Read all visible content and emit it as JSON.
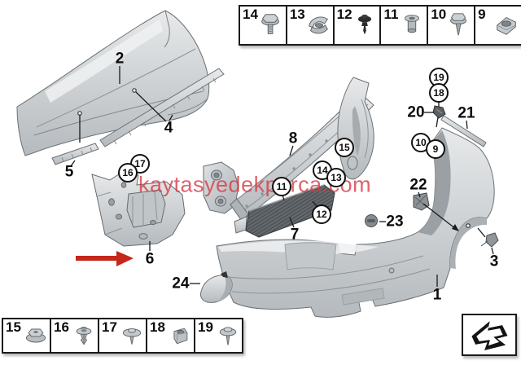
{
  "watermark": {
    "text": "kaytasyedekparca.com",
    "color": "#d33844"
  },
  "legend_top": {
    "items": [
      {
        "num": "14",
        "icon": "hex-bolt-washer-icon"
      },
      {
        "num": "13",
        "icon": "spring-clip-nut-icon"
      },
      {
        "num": "12",
        "icon": "expansion-rivet-icon"
      },
      {
        "num": "11",
        "icon": "spacer-sleeve-icon"
      },
      {
        "num": "10",
        "icon": "self-tapping-screw-icon"
      },
      {
        "num": "9",
        "icon": "cage-nut-icon"
      }
    ]
  },
  "legend_bottom": {
    "items": [
      {
        "num": "15",
        "icon": "flange-nut-icon"
      },
      {
        "num": "16",
        "icon": "expanding-nut-icon"
      },
      {
        "num": "17",
        "icon": "washer-rivet-icon"
      },
      {
        "num": "18",
        "icon": "cage-clip-icon"
      },
      {
        "num": "19",
        "icon": "washer-bolt-icon"
      }
    ]
  },
  "callouts": {
    "plain": [
      {
        "label": "2"
      },
      {
        "label": "4"
      },
      {
        "label": "5"
      },
      {
        "label": "6"
      },
      {
        "label": "8"
      },
      {
        "label": "7"
      },
      {
        "label": "20"
      },
      {
        "label": "21"
      },
      {
        "label": "22"
      },
      {
        "label": "23"
      },
      {
        "label": "24"
      },
      {
        "label": "1"
      },
      {
        "label": "3"
      }
    ],
    "circled": [
      {
        "label": "17"
      },
      {
        "label": "16"
      },
      {
        "label": "15"
      },
      {
        "label": "14"
      },
      {
        "label": "13"
      },
      {
        "label": "11"
      },
      {
        "label": "12"
      },
      {
        "label": "19"
      },
      {
        "label": "18"
      },
      {
        "label": "10"
      },
      {
        "label": "9"
      }
    ]
  },
  "nav_box": {
    "icon": "direction-arrow-icon"
  },
  "accent": {
    "arrow_red": "#c5271b",
    "line_black": "#111111",
    "part_gray": "#c6cbce"
  }
}
